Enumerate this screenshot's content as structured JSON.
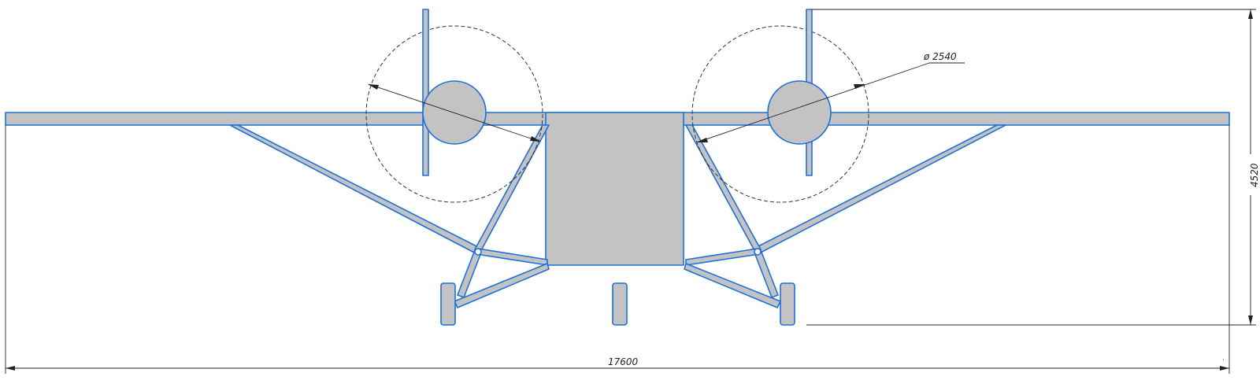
{
  "drawing": {
    "dimensions": {
      "span": "17600",
      "height": "4520",
      "propeller_diameter": "ø 2540"
    },
    "corner_mark": "·"
  }
}
